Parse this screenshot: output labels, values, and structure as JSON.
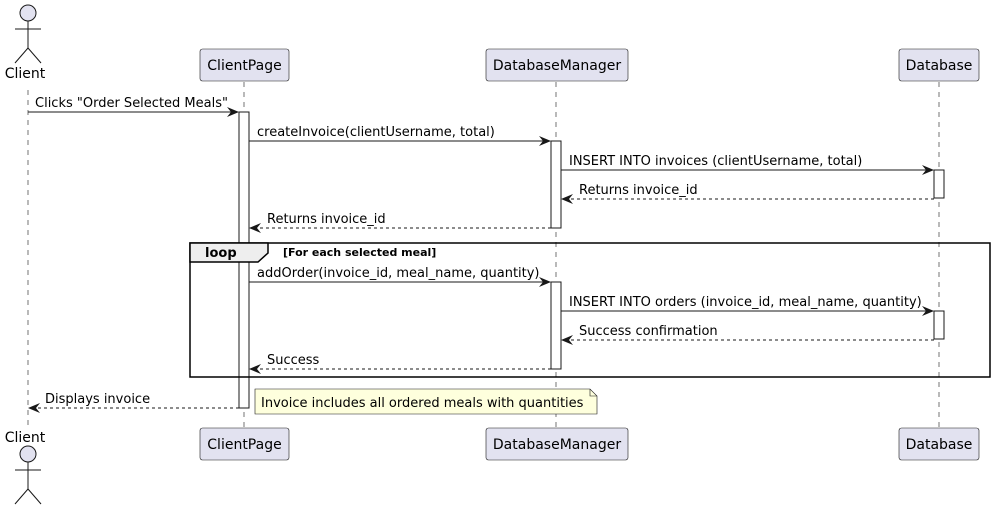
{
  "participants": {
    "client": "Client",
    "client_page": "ClientPage",
    "database_manager": "DatabaseManager",
    "database": "Database"
  },
  "messages": [
    "Clicks \"Order Selected Meals\"",
    "createInvoice(clientUsername, total)",
    "INSERT INTO invoices (clientUsername, total)",
    "Returns invoice_id",
    "Returns invoice_id",
    "addOrder(invoice_id, meal_name, quantity)",
    "INSERT INTO orders (invoice_id, meal_name, quantity)",
    "Success confirmation",
    "Success",
    "Displays invoice"
  ],
  "loop": {
    "keyword": "loop",
    "guard": "[For each selected meal]"
  },
  "note": "Invoice includes all ordered meals with quantities",
  "colors": {
    "participant_fill": "#E2E2F0",
    "participant_stroke": "#181818",
    "activation_fill": "#FFFFFF",
    "note_fill": "#FEFFDD",
    "loop_tab_fill": "#EEEEEE",
    "lifeline": "#181818"
  }
}
